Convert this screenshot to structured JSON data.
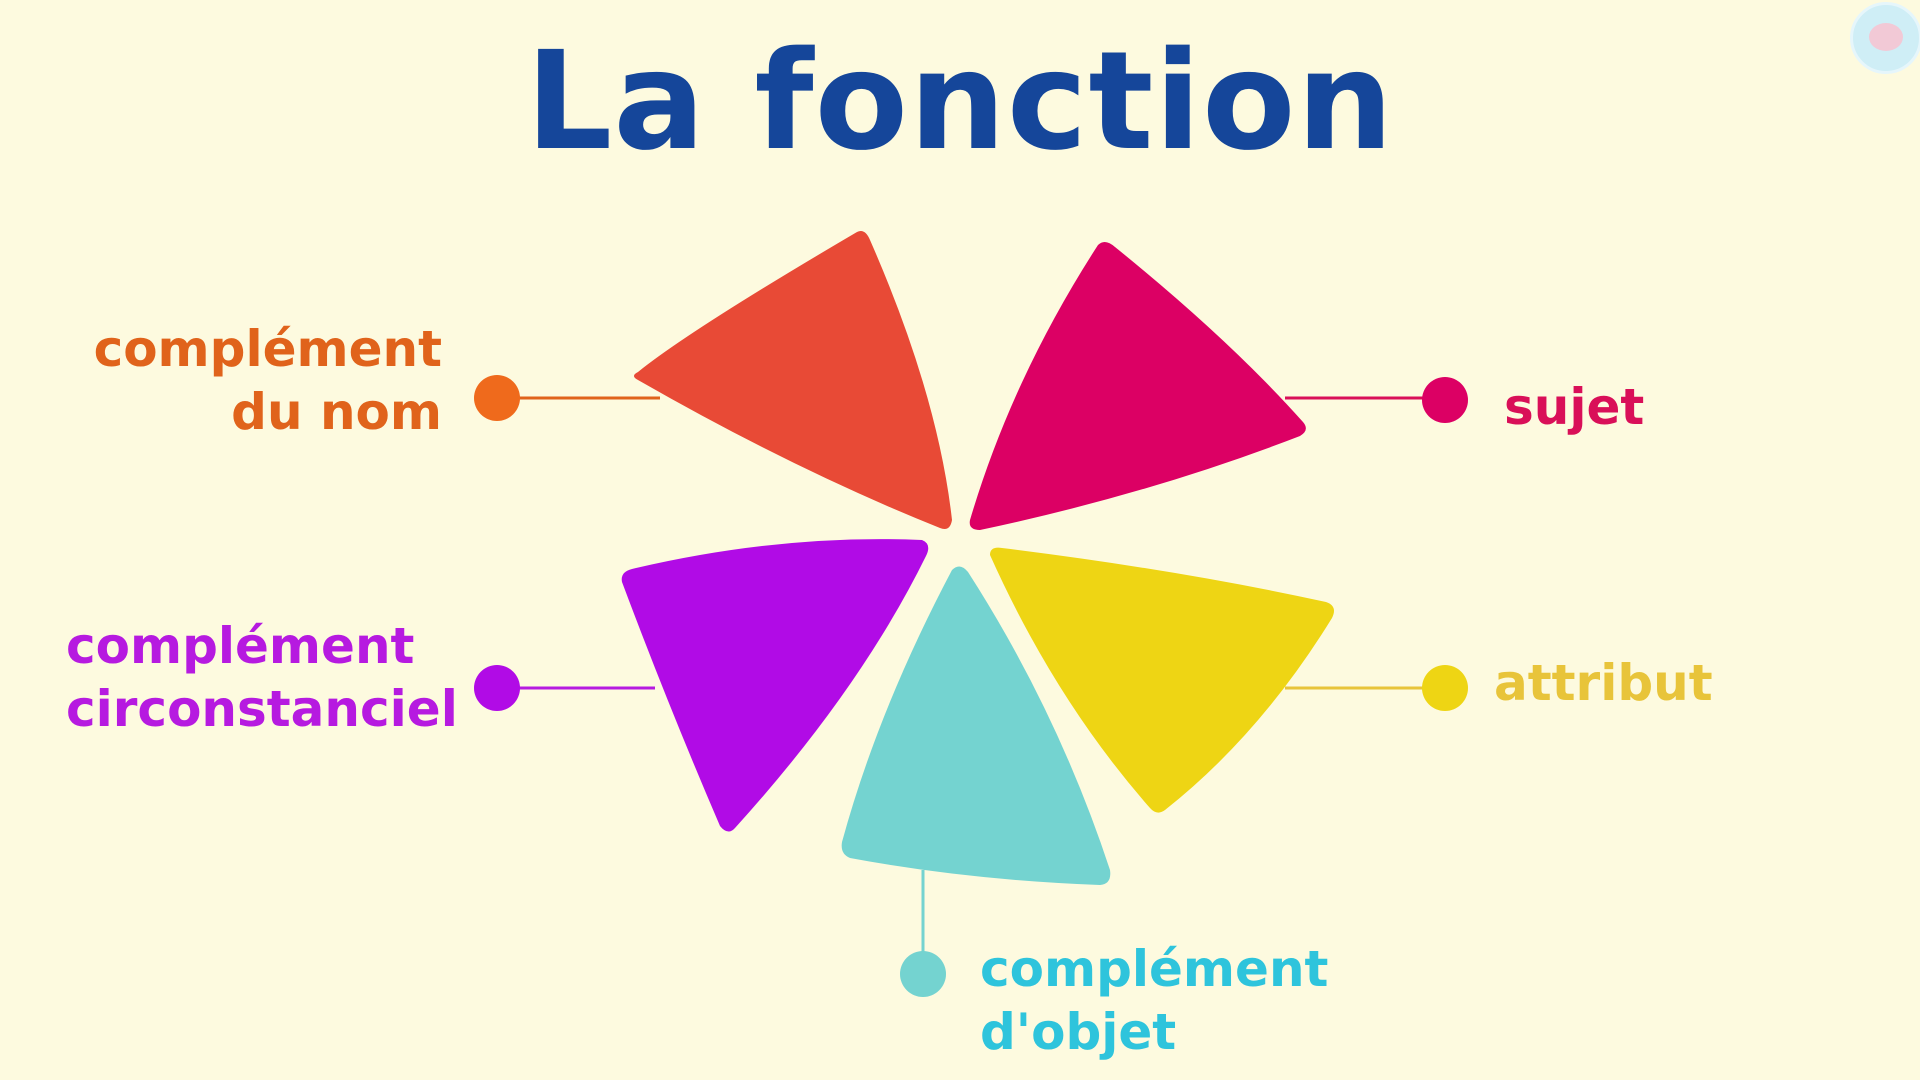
{
  "title": "La fonction",
  "logo": {
    "icon": "brain-logo-icon"
  },
  "petals": [
    {
      "id": "complement-du-nom",
      "color": "#e84a36"
    },
    {
      "id": "sujet",
      "color": "#dc0064"
    },
    {
      "id": "complement-circonstanciel",
      "color": "#b10be6"
    },
    {
      "id": "complement-d-objet",
      "color": "#74d3d0"
    },
    {
      "id": "attribut",
      "color": "#eed514"
    }
  ],
  "labels": {
    "complement_du_nom": {
      "line1": "complément",
      "line2": "du nom",
      "color": "#e0631b"
    },
    "sujet": {
      "line1": "sujet",
      "color": "#d90f58"
    },
    "complement_circonstanciel": {
      "line1": "complément",
      "line2": "circonstanciel",
      "color": "#b61ae0"
    },
    "attribut": {
      "line1": "attribut",
      "color": "#e8c43a"
    },
    "complement_d_objet": {
      "line1": "complément",
      "line2": "d'objet",
      "color": "#2ec4dc"
    }
  }
}
